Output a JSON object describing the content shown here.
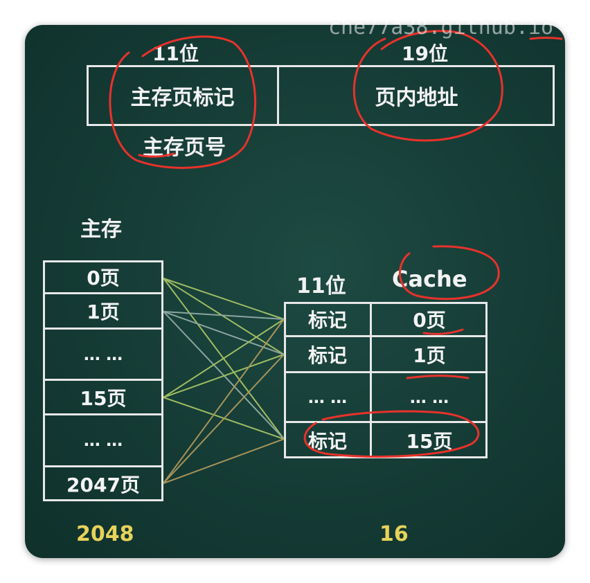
{
  "address_format": {
    "tag_bits": "11位",
    "offset_bits": "19位",
    "tag_field": "主存页标记",
    "offset_field": "页内地址",
    "tag_note": "主存页号"
  },
  "main_memory": {
    "title": "主存",
    "rows": [
      "0页",
      "1页",
      "… …",
      "15页",
      "… …",
      "2047页"
    ],
    "count": "2048"
  },
  "cache": {
    "bits_label": "11位",
    "title": "Cache",
    "tag_label": "标记",
    "rows": [
      {
        "tag": "标记",
        "line": "0页"
      },
      {
        "tag": "标记",
        "line": "1页"
      },
      {
        "tag": "… …",
        "line": "… …"
      },
      {
        "tag": "标记",
        "line": "15页"
      }
    ],
    "count": "16"
  },
  "watermark": "che77a38.github.io",
  "colors": {
    "board": "#153b35",
    "annotation": "#e8322b",
    "count_text": "#e7d25a",
    "mapping_lines": [
      "#b9d36a",
      "#9fb7b0",
      "#c2a35e"
    ]
  }
}
